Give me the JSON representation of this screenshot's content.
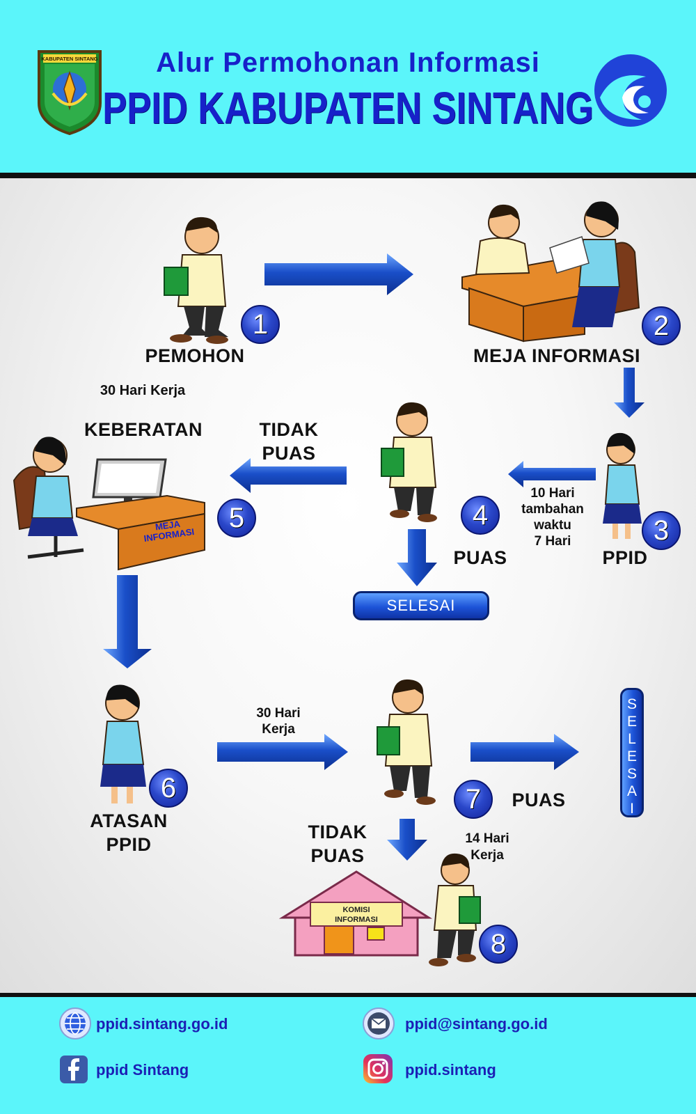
{
  "header": {
    "title_line1": "Alur Permohonan Informasi",
    "title_line2": "PPID KABUPATEN SINTANG",
    "logo_text": "KABUPATEN SINTANG"
  },
  "steps": {
    "s1": {
      "number": "1",
      "label": "PEMOHON"
    },
    "s2": {
      "number": "2",
      "label": "MEJA INFORMASI"
    },
    "s3": {
      "number": "3",
      "label": "PPID"
    },
    "s4": {
      "number": "4",
      "label": "PUAS"
    },
    "s5": {
      "number": "5",
      "label": "KEBERATAN",
      "desk_text": "MEJA INFORMASI",
      "note": "30 Hari Kerja"
    },
    "s6": {
      "number": "6",
      "label_line1": "ATASAN",
      "label_line2": "PPID"
    },
    "s7": {
      "number": "7",
      "label": "PUAS"
    },
    "s8": {
      "number": "8",
      "building_text_line1": "KOMISI",
      "building_text_line2": "INFORMASI",
      "note_line1": "14 Hari",
      "note_line2": "Kerja"
    }
  },
  "notes": {
    "ppid_time_line1": "10 Hari",
    "ppid_time_line2": "tambahan",
    "ppid_time_line3": "waktu",
    "ppid_time_line4": "7 Hari",
    "tidak_puas1_line1": "TIDAK",
    "tidak_puas1_line2": "PUAS",
    "atasan_time_line1": "30 Hari",
    "atasan_time_line2": "Kerja",
    "tidak_puas2_line1": "TIDAK",
    "tidak_puas2_line2": "PUAS"
  },
  "selesai": {
    "horizontal": "SELESAI",
    "vertical_letters": [
      "S",
      "E",
      "L",
      "E",
      "S",
      "A",
      "I"
    ]
  },
  "footer": {
    "website": "ppid.sintang.go.id",
    "email": "ppid@sintang.go.id",
    "facebook": "ppid Sintang",
    "instagram": "ppid.sintang"
  },
  "colors": {
    "header_bg": "#5bf5fa",
    "title_blue": "#1721c9",
    "arrow_blue": "#1a4fc9",
    "badge_blue": "#2a47c9",
    "desk_orange": "#d97a1d",
    "building_pink": "#f4a0c0"
  },
  "icons": [
    "globe-icon",
    "email-icon",
    "facebook-icon",
    "instagram-icon",
    "kemkominfo-logo",
    "sintang-logo"
  ]
}
